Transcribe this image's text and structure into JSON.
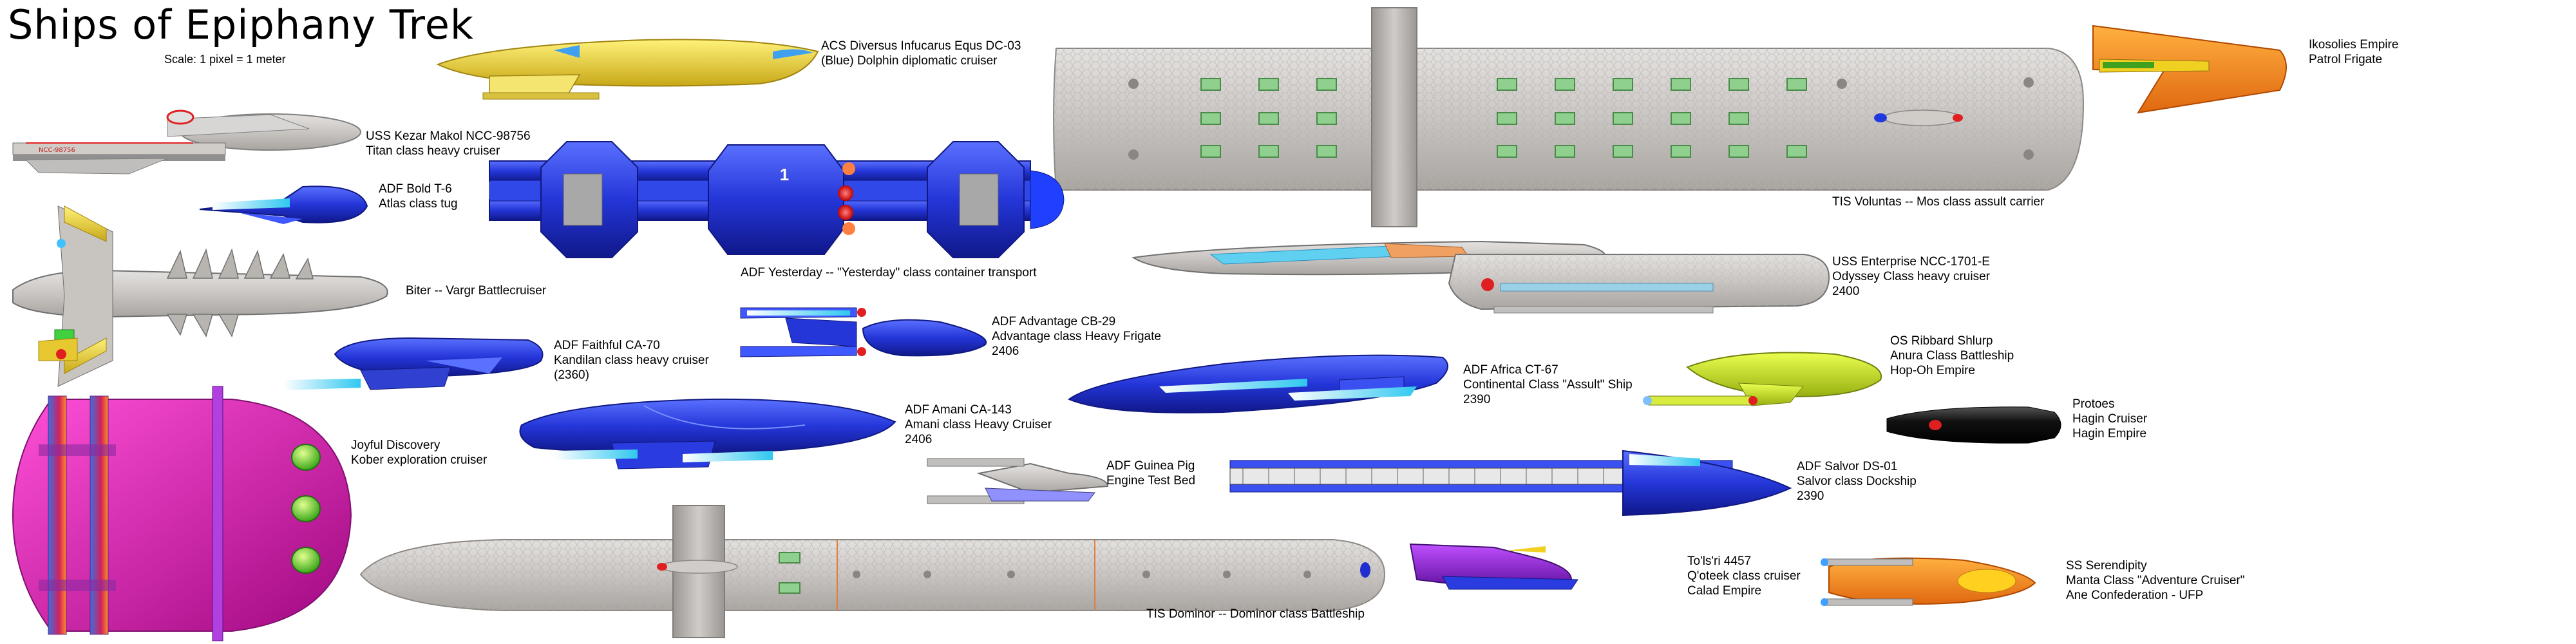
{
  "header": {
    "title": "Ships of Epiphany Trek",
    "scale": "Scale: 1 pixel = 1 meter"
  },
  "ships": {
    "acs_diversus": {
      "lines": [
        "ACS Diversus Infucarus Equs DC-03",
        "(Blue) Dolphin diplomatic cruiser"
      ]
    },
    "uss_kezar": {
      "lines": [
        "USS Kezar Makol NCC-98756",
        "Titan class heavy cruiser"
      ],
      "hull_marking": "NCC-98756"
    },
    "adf_bold": {
      "lines": [
        "ADF Bold T-6",
        "Atlas class tug"
      ]
    },
    "biter": {
      "lines": [
        "Biter -- Vargr Battlecruiser"
      ]
    },
    "adf_yesterday": {
      "lines": [
        "ADF Yesterday -- \"Yesterday\" class container transport"
      ],
      "pod_number": "1"
    },
    "tis_voluntas": {
      "lines": [
        "TIS Voluntas -- Mos class assult carrier"
      ]
    },
    "ikosolies": {
      "lines": [
        "Ikosolies Empire",
        "Patrol Frigate"
      ]
    },
    "uss_enterprise": {
      "lines": [
        "USS Enterprise NCC-1701-E",
        "Odyssey Class heavy cruiser",
        "2400"
      ]
    },
    "adf_faithful": {
      "lines": [
        "ADF Faithful CA-70",
        "Kandilan class heavy cruiser",
        "(2360)"
      ]
    },
    "adf_advantage": {
      "lines": [
        "ADF Advantage CB-29",
        "Advantage class Heavy Frigate",
        "2406"
      ]
    },
    "adf_africa": {
      "lines": [
        "ADF Africa CT-67",
        "Continental Class \"Assult\" Ship",
        "2390"
      ]
    },
    "os_ribbard": {
      "lines": [
        "OS Ribbard Shlurp",
        "Anura Class Battleship",
        "Hop-Oh Empire"
      ]
    },
    "protoes": {
      "lines": [
        "Protoes",
        "Hagin Cruiser",
        "Hagin Empire"
      ]
    },
    "joyful_discovery": {
      "lines": [
        "Joyful Discovery",
        "Kober exploration cruiser"
      ]
    },
    "adf_amani": {
      "lines": [
        "ADF Amani CA-143",
        "Amani class Heavy Cruiser",
        "2406"
      ]
    },
    "adf_guinea_pig": {
      "lines": [
        "ADF Guinea Pig",
        "Engine Test Bed"
      ]
    },
    "adf_salvor": {
      "lines": [
        "ADF Salvor DS-01",
        "Salvor class Dockship",
        "2390"
      ]
    },
    "tis_dominor": {
      "lines": [
        "TIS Dominor -- Dominor class Battleship"
      ]
    },
    "tolsri": {
      "lines": [
        "To'ls'ri 4457",
        "Q'oteek class cruiser",
        "Calad Empire"
      ]
    },
    "ss_serendipity": {
      "lines": [
        "SS Serendipity",
        "Manta Class \"Adventure Cruiser\"",
        "Ane Confederation - UFP"
      ]
    }
  },
  "colors": {
    "grey_hull": "#c8c4c0",
    "blue_hull": "#2a3ce0",
    "yellow_hull": "#e8d040",
    "magenta_hull": "#e020b0",
    "orange_hull": "#f0901c",
    "purple_hull": "#9020d8",
    "window_green": "#7fcf7f",
    "engine_red": "#e02020",
    "engine_cyan": "#40d0f0"
  }
}
